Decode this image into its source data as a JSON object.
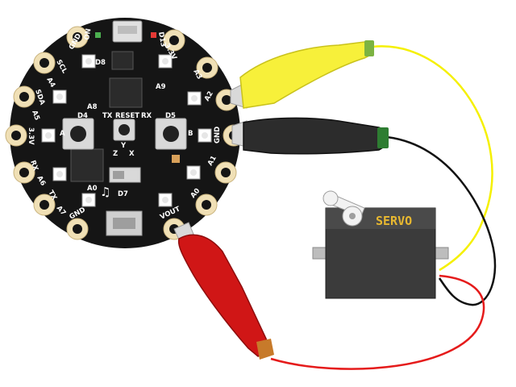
{
  "board": {
    "pads": {
      "a1": "A1",
      "a2": "A2",
      "a3": "A3",
      "a4": "A4",
      "a5": "A5",
      "a6": "A6",
      "a7": "A7",
      "a0": "A0",
      "vout": "VOUT",
      "gnd": "GND",
      "scl": "SCL",
      "sda": "SDA",
      "v33": "3.3V",
      "rx": "RX",
      "tx": "TX"
    },
    "labels": {
      "d13": "D13",
      "d8": "D8",
      "d4": "D4",
      "d5": "D5",
      "d7": "D7",
      "a8": "A8",
      "a9": "A9",
      "reset": "RESET",
      "tx": "TX",
      "rx": "RX",
      "a": "A",
      "b": "B",
      "a0": "A0",
      "on": "ON",
      "x": "X",
      "y": "Y",
      "z": "Z"
    }
  },
  "servo": {
    "label": "SERVO"
  },
  "colors": {
    "board": "#151515",
    "pad_gold": "#f0e0b6",
    "clip_yellow": "#f7f03a",
    "clip_black": "#2c2c2c",
    "clip_red": "#d01616",
    "wire_yellow": "#f5f000",
    "wire_black": "#111111",
    "wire_red": "#e51b1b",
    "servo_body": "#3b3b3b",
    "servo_label": "#e8b830"
  }
}
